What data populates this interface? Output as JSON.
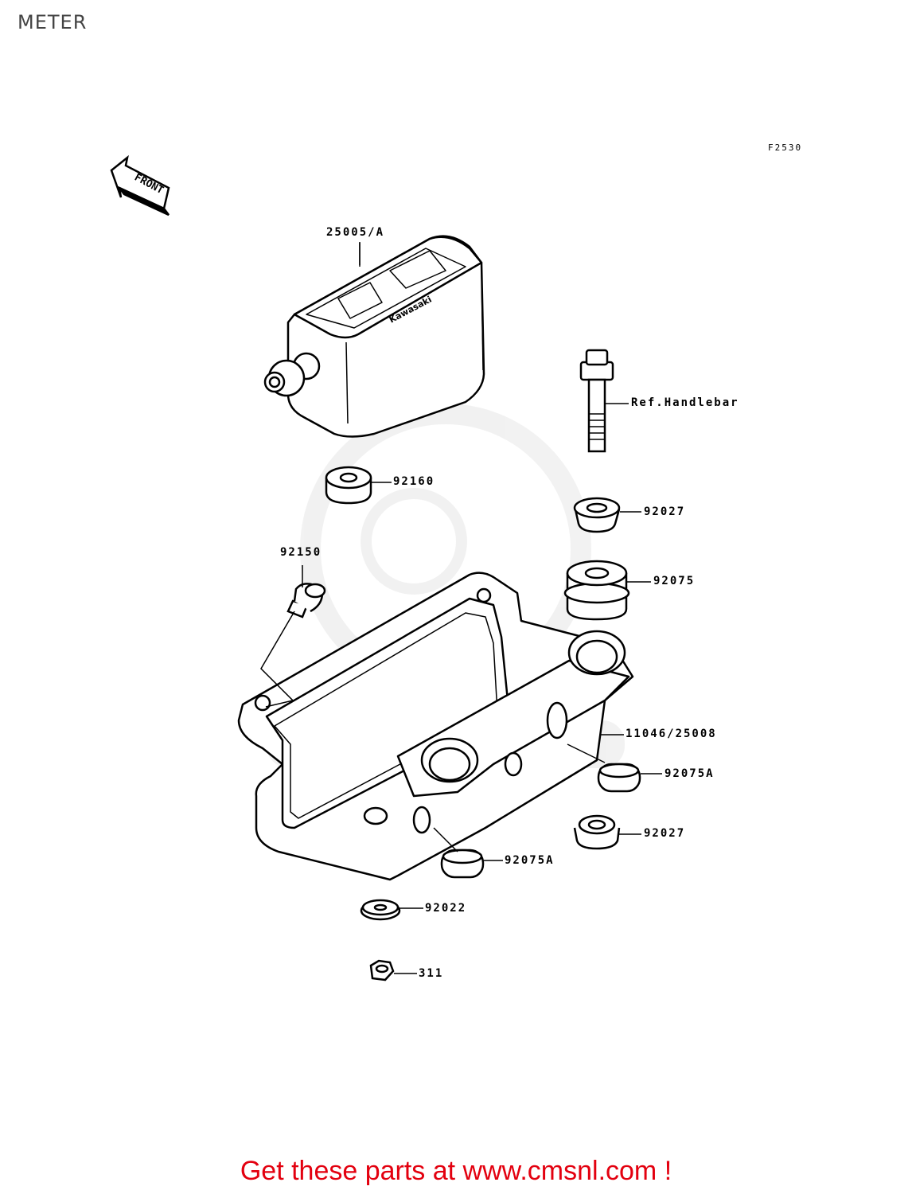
{
  "page": {
    "title": "METER"
  },
  "figure": {
    "code": "F2530",
    "front_marker": "FRONT"
  },
  "parts": {
    "meter": "25005/A",
    "ref_handlebar": "Ref.Handlebar",
    "grommet_92160": "92160",
    "collar_upper": "92027",
    "bolt_92150": "92150",
    "damper_92075": "92075",
    "bracket": "11046/25008",
    "damper_right": "92075A",
    "collar_lower": "92027",
    "damper_left": "92075A",
    "washer": "92022",
    "nut": "311"
  },
  "footer": {
    "text": "Get these parts at www.cmsnl.com !",
    "color": "#e3000f"
  }
}
